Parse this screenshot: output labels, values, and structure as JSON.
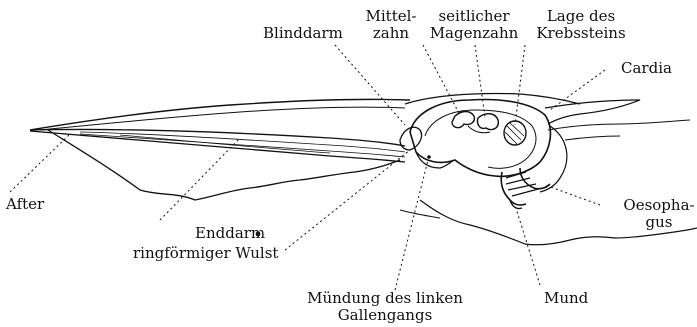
{
  "labels": {
    "blinddarm": "Blinddarm",
    "mittelzahn": [
      "Mittel-",
      "zahn"
    ],
    "seitlicher_magenzahn": [
      "seitlicher",
      "Magenzahn"
    ],
    "lage_des_krebssteins": [
      "Lage des",
      "Krebssteins"
    ],
    "cardia": "Cardia",
    "after": "After",
    "enddarm_wulst": [
      "Enddarm",
      "ringförmiger Wulst"
    ],
    "oesophagus": [
      "Oesopha-",
      "gus"
    ],
    "muendung": [
      "Mündung des linken",
      "Gallengangs"
    ],
    "mund": "Mund"
  },
  "colors": {
    "ink": "#111111",
    "background": "#ffffff"
  }
}
